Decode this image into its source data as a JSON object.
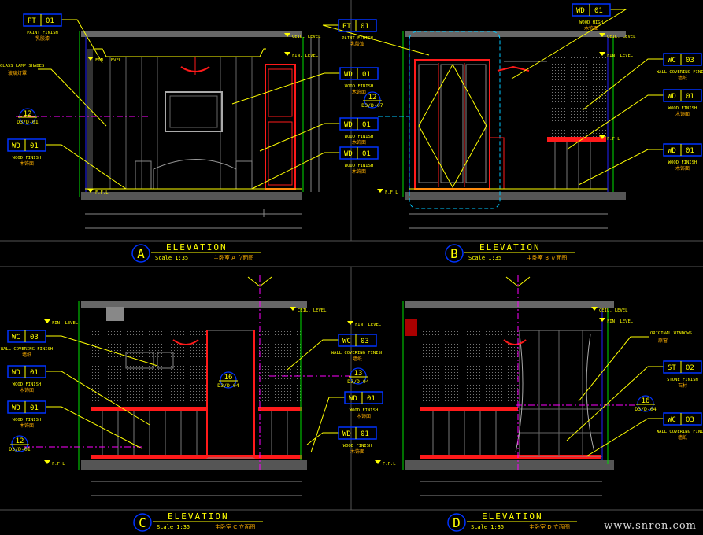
{
  "panels": [
    {
      "letter": "A",
      "title": "ELEVATION",
      "scale": "Scale 1:35",
      "subtitle": "主卧室 A 立面图"
    },
    {
      "letter": "B",
      "title": "ELEVATION",
      "scale": "Scale 1:35",
      "subtitle": "主卧室 B 立面图"
    },
    {
      "letter": "C",
      "title": "ELEVATION",
      "scale": "Scale 1:35",
      "subtitle": "主卧室 C 立面图"
    },
    {
      "letter": "D",
      "title": "ELEVATION",
      "scale": "Scale 1:35",
      "subtitle": "主卧室 D 立面图"
    }
  ],
  "tags": [
    {
      "code": "PT",
      "num": "01",
      "desc": "PAINT FINISH",
      "sub": "乳胶漆"
    },
    {
      "code": "WD",
      "num": "01",
      "desc": "WOOD FINISH",
      "sub": "木饰面"
    },
    {
      "code": "WD",
      "num": "01",
      "desc": "WOOD FINISH",
      "sub": "木饰面"
    },
    {
      "code": "WD",
      "num": "01",
      "desc": "WOOD FINISH",
      "sub": "木饰面"
    },
    {
      "code": "WD",
      "num": "01",
      "desc": "WOOD FINISH",
      "sub": "木饰面"
    },
    {
      "code": "PT",
      "num": "01",
      "desc": "PAINT FINISH",
      "sub": "乳胶漆"
    },
    {
      "code": "WD",
      "num": "01",
      "desc": "WOOD HIGH",
      "sub": "木饰面"
    },
    {
      "code": "WC",
      "num": "03",
      "desc": "WALL COVERING FINISH",
      "sub": "墙纸"
    },
    {
      "code": "WD",
      "num": "01",
      "desc": "WOOD FINISH",
      "sub": "木饰面"
    },
    {
      "code": "WD",
      "num": "01",
      "desc": "WOOD FINISH",
      "sub": "木饰面"
    },
    {
      "code": "WC",
      "num": "03",
      "desc": "WALL COVERING FINISH",
      "sub": "墙纸"
    },
    {
      "code": "WD",
      "num": "01",
      "desc": "WOOD FINISH",
      "sub": "木饰面"
    },
    {
      "code": "WD",
      "num": "01",
      "desc": "WOOD FINISH",
      "sub": "木饰面"
    },
    {
      "code": "WC",
      "num": "03",
      "desc": "WALL COVERING FINISH",
      "sub": "墙纸"
    },
    {
      "code": "WD",
      "num": "01",
      "desc": "WOOD FINISH",
      "sub": "木饰面"
    },
    {
      "code": "WD",
      "num": "01",
      "desc": "WOOD FINISH",
      "sub": "木饰面"
    },
    {
      "code": "ST",
      "num": "02",
      "desc": "STONE FINISH",
      "sub": "石材"
    },
    {
      "code": "WC",
      "num": "03",
      "desc": "WALL COVERING FINISH",
      "sub": "墙纸"
    }
  ],
  "notes": [
    {
      "text": "GLASS LAMP SHADES",
      "sub": "玻璃灯罩"
    },
    {
      "text": "ORIGINAL WINDOWS",
      "sub": "原窗"
    }
  ],
  "sections": [
    {
      "num": "12",
      "ref": "D3/D-01"
    },
    {
      "num": "12",
      "ref": "D3/D-07"
    },
    {
      "num": "12",
      "ref": "D3/D-01"
    },
    {
      "num": "13",
      "ref": "D3/D-04"
    },
    {
      "num": "16",
      "ref": "D3/D-04"
    },
    {
      "num": "16",
      "ref": "D3/D-04"
    }
  ],
  "levels": {
    "ceiling": "CEIL. LEVEL",
    "finish": "FIN. LEVEL",
    "floor": "F.F.L"
  },
  "watermark": "www.snren.com",
  "colors": {
    "bg": "#000000",
    "text": "#ffff00",
    "tagBorder": "#0033ff",
    "red": "#ff1a1a",
    "magenta": "#ff00ff",
    "green": "#00e000",
    "cyan": "#00c8ff",
    "gray": "#7a7a7a"
  }
}
